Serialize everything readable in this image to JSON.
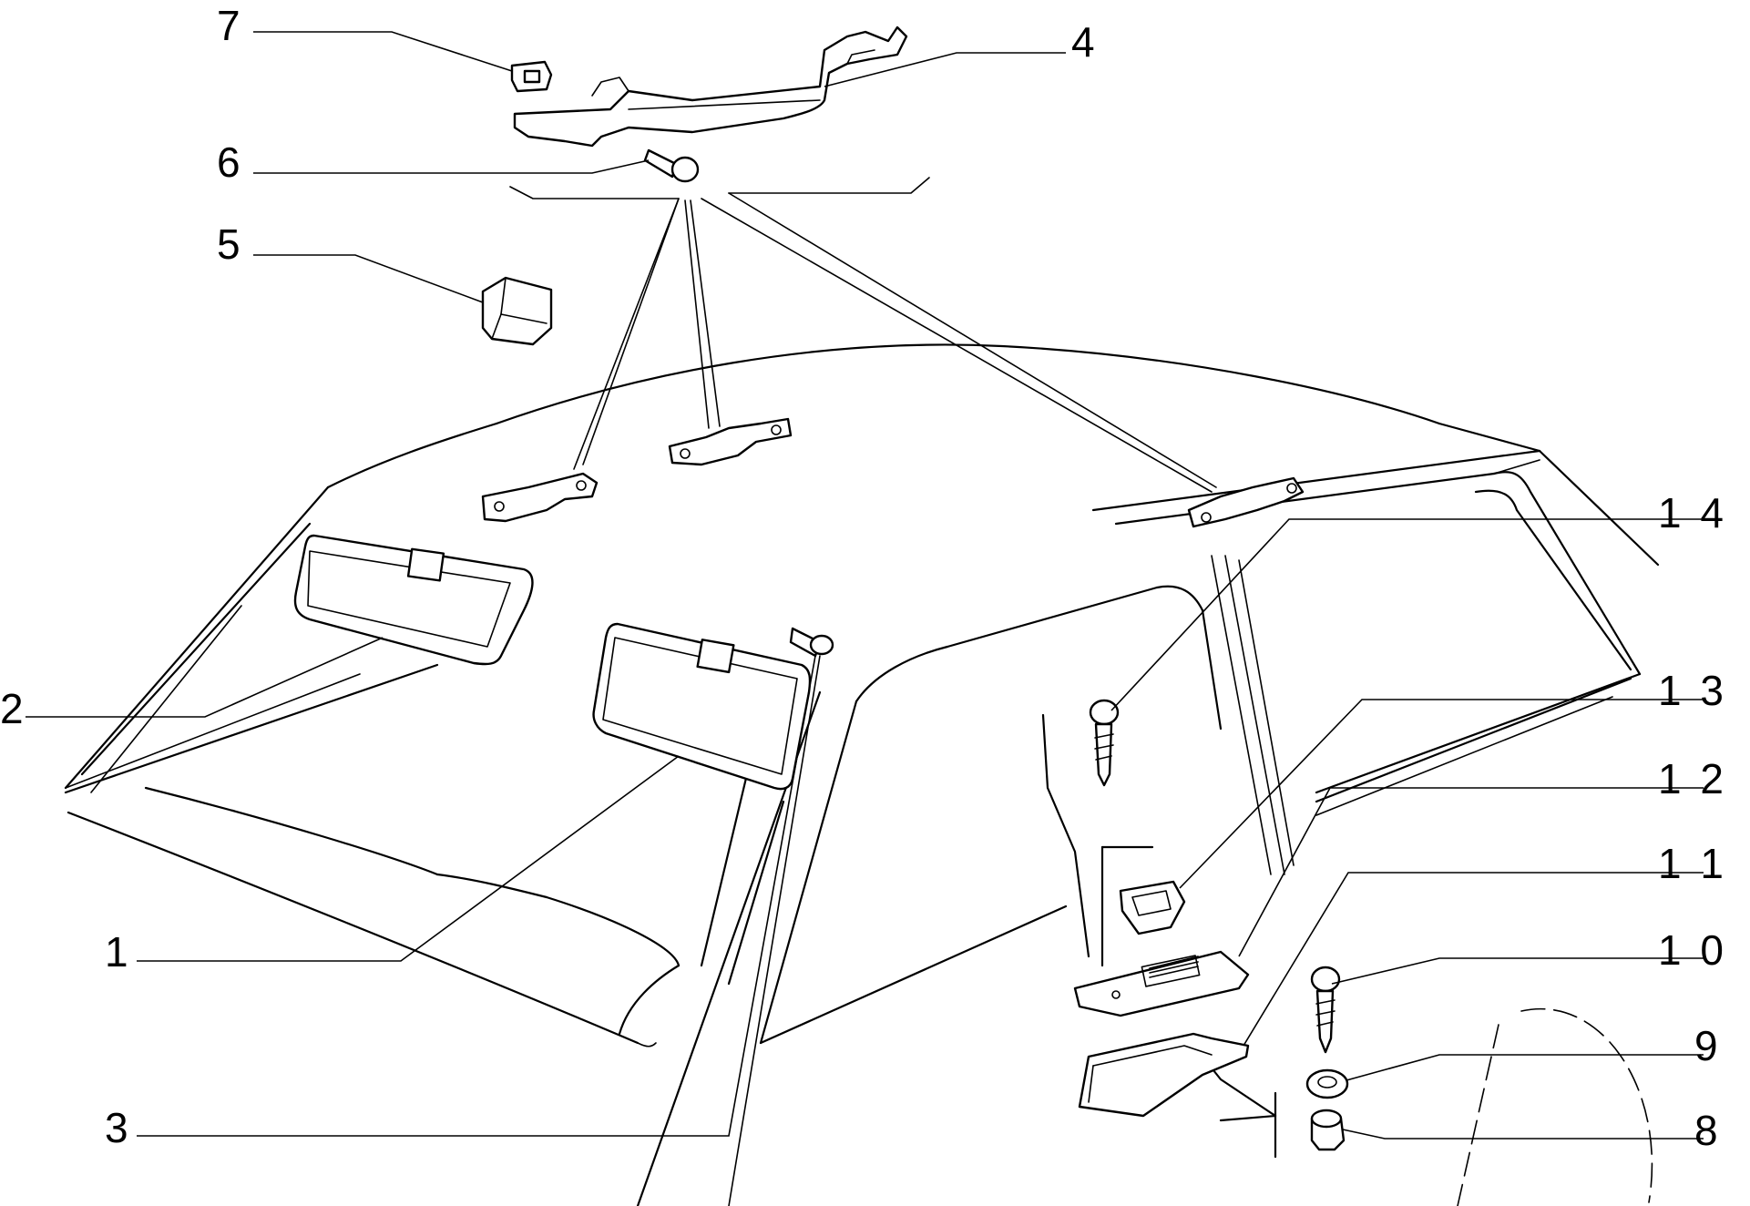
{
  "diagram": {
    "callouts": [
      {
        "id": "7",
        "label": "7"
      },
      {
        "id": "4",
        "label": "4"
      },
      {
        "id": "6",
        "label": "6"
      },
      {
        "id": "5",
        "label": "5"
      },
      {
        "id": "14",
        "label": "1 4"
      },
      {
        "id": "2",
        "label": "2"
      },
      {
        "id": "13",
        "label": "1 3"
      },
      {
        "id": "12",
        "label": "1 2"
      },
      {
        "id": "11",
        "label": "1 1"
      },
      {
        "id": "1",
        "label": "1"
      },
      {
        "id": "10",
        "label": "1 0"
      },
      {
        "id": "9",
        "label": "9"
      },
      {
        "id": "3",
        "label": "3"
      },
      {
        "id": "8",
        "label": "8"
      }
    ]
  }
}
